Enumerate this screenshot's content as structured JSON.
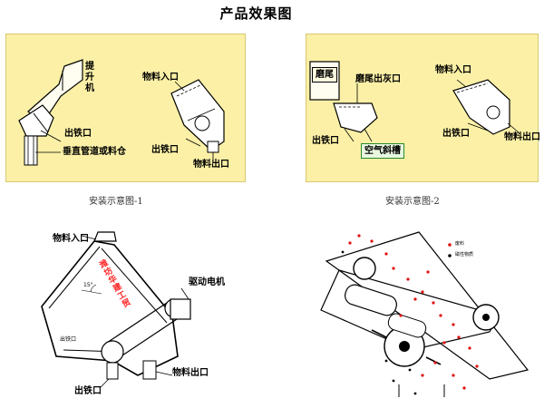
{
  "page_title": "产品效果图",
  "diagram1": {
    "hoist_label": "提\n升\n机",
    "material_inlet": "物料入口",
    "iron_outlet": "出铁口",
    "pipe_label": "垂直管道或料仓",
    "iron_outlet_2": "出铁口",
    "material_outlet": "物料出口",
    "caption": "安装示意图-1"
  },
  "diagram2": {
    "mill_tail": "磨尾",
    "mill_tail_ash": "磨尾出灰口",
    "material_inlet": "物料入口",
    "iron_outlet": "出铁口",
    "air_chute": "空气斜槽",
    "iron_outlet_2": "出铁口",
    "material_outlet": "物料出口",
    "caption": "安装示意图-2"
  },
  "diagram3": {
    "material_inlet": "物料入口",
    "watermark": "潍坊华建工贸",
    "drive_motor": "驱动电机",
    "iron_outlet": "出铁口",
    "material_outlet": "物料出口",
    "small_label_1": "出铁口",
    "small_label_2": "15°"
  },
  "diagram4": {
    "legend_item_1": "废料",
    "legend_item_2": "磁性物质"
  },
  "colors": {
    "panel_bg": "#fbf0a6",
    "red_dot": "#e01010",
    "watermark": "#ff2020"
  }
}
